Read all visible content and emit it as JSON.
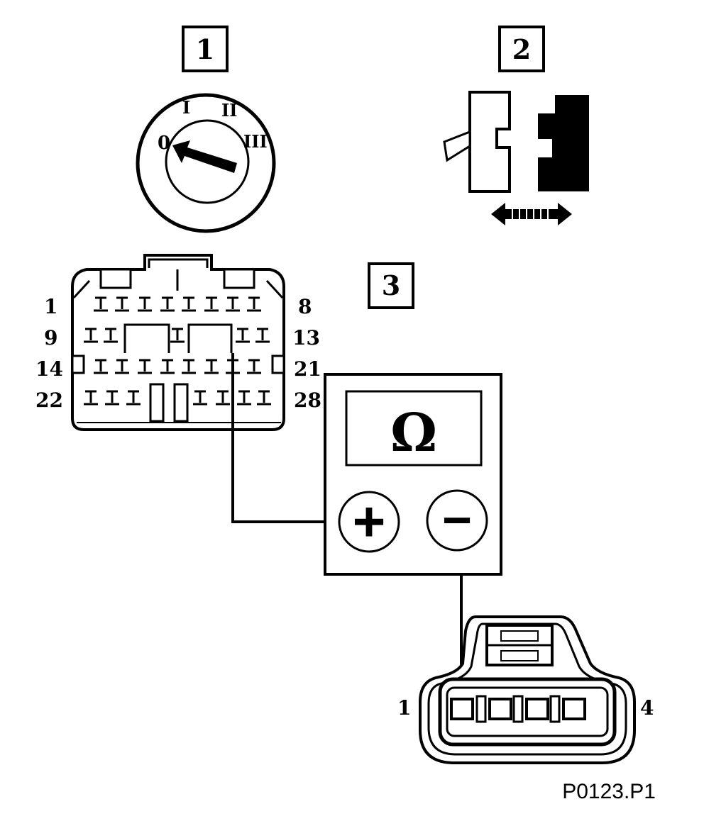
{
  "steps": [
    {
      "number": "1",
      "icon": "ignition-switch-icon"
    },
    {
      "number": "2",
      "icon": "disconnect-connector-icon"
    },
    {
      "number": "3",
      "icon": "measure-resistance-icon"
    }
  ],
  "ignition_positions": [
    "0",
    "I",
    "II",
    "III"
  ],
  "ecu_connector": {
    "pin_labels": {
      "row1_left": "1",
      "row1_right": "8",
      "row2_left": "9",
      "row2_right": "13",
      "row3_left": "14",
      "row3_right": "21",
      "row4_left": "22",
      "row4_right": "28"
    }
  },
  "ohmmeter": {
    "display_symbol": "Ω",
    "terminals": {
      "positive": "+",
      "negative": "−"
    }
  },
  "sensor_connector": {
    "pin_labels": {
      "left": "1",
      "right": "4"
    }
  },
  "figure_code": "P0123.P1",
  "colors": {
    "ink": "#000000",
    "paper": "#ffffff"
  }
}
